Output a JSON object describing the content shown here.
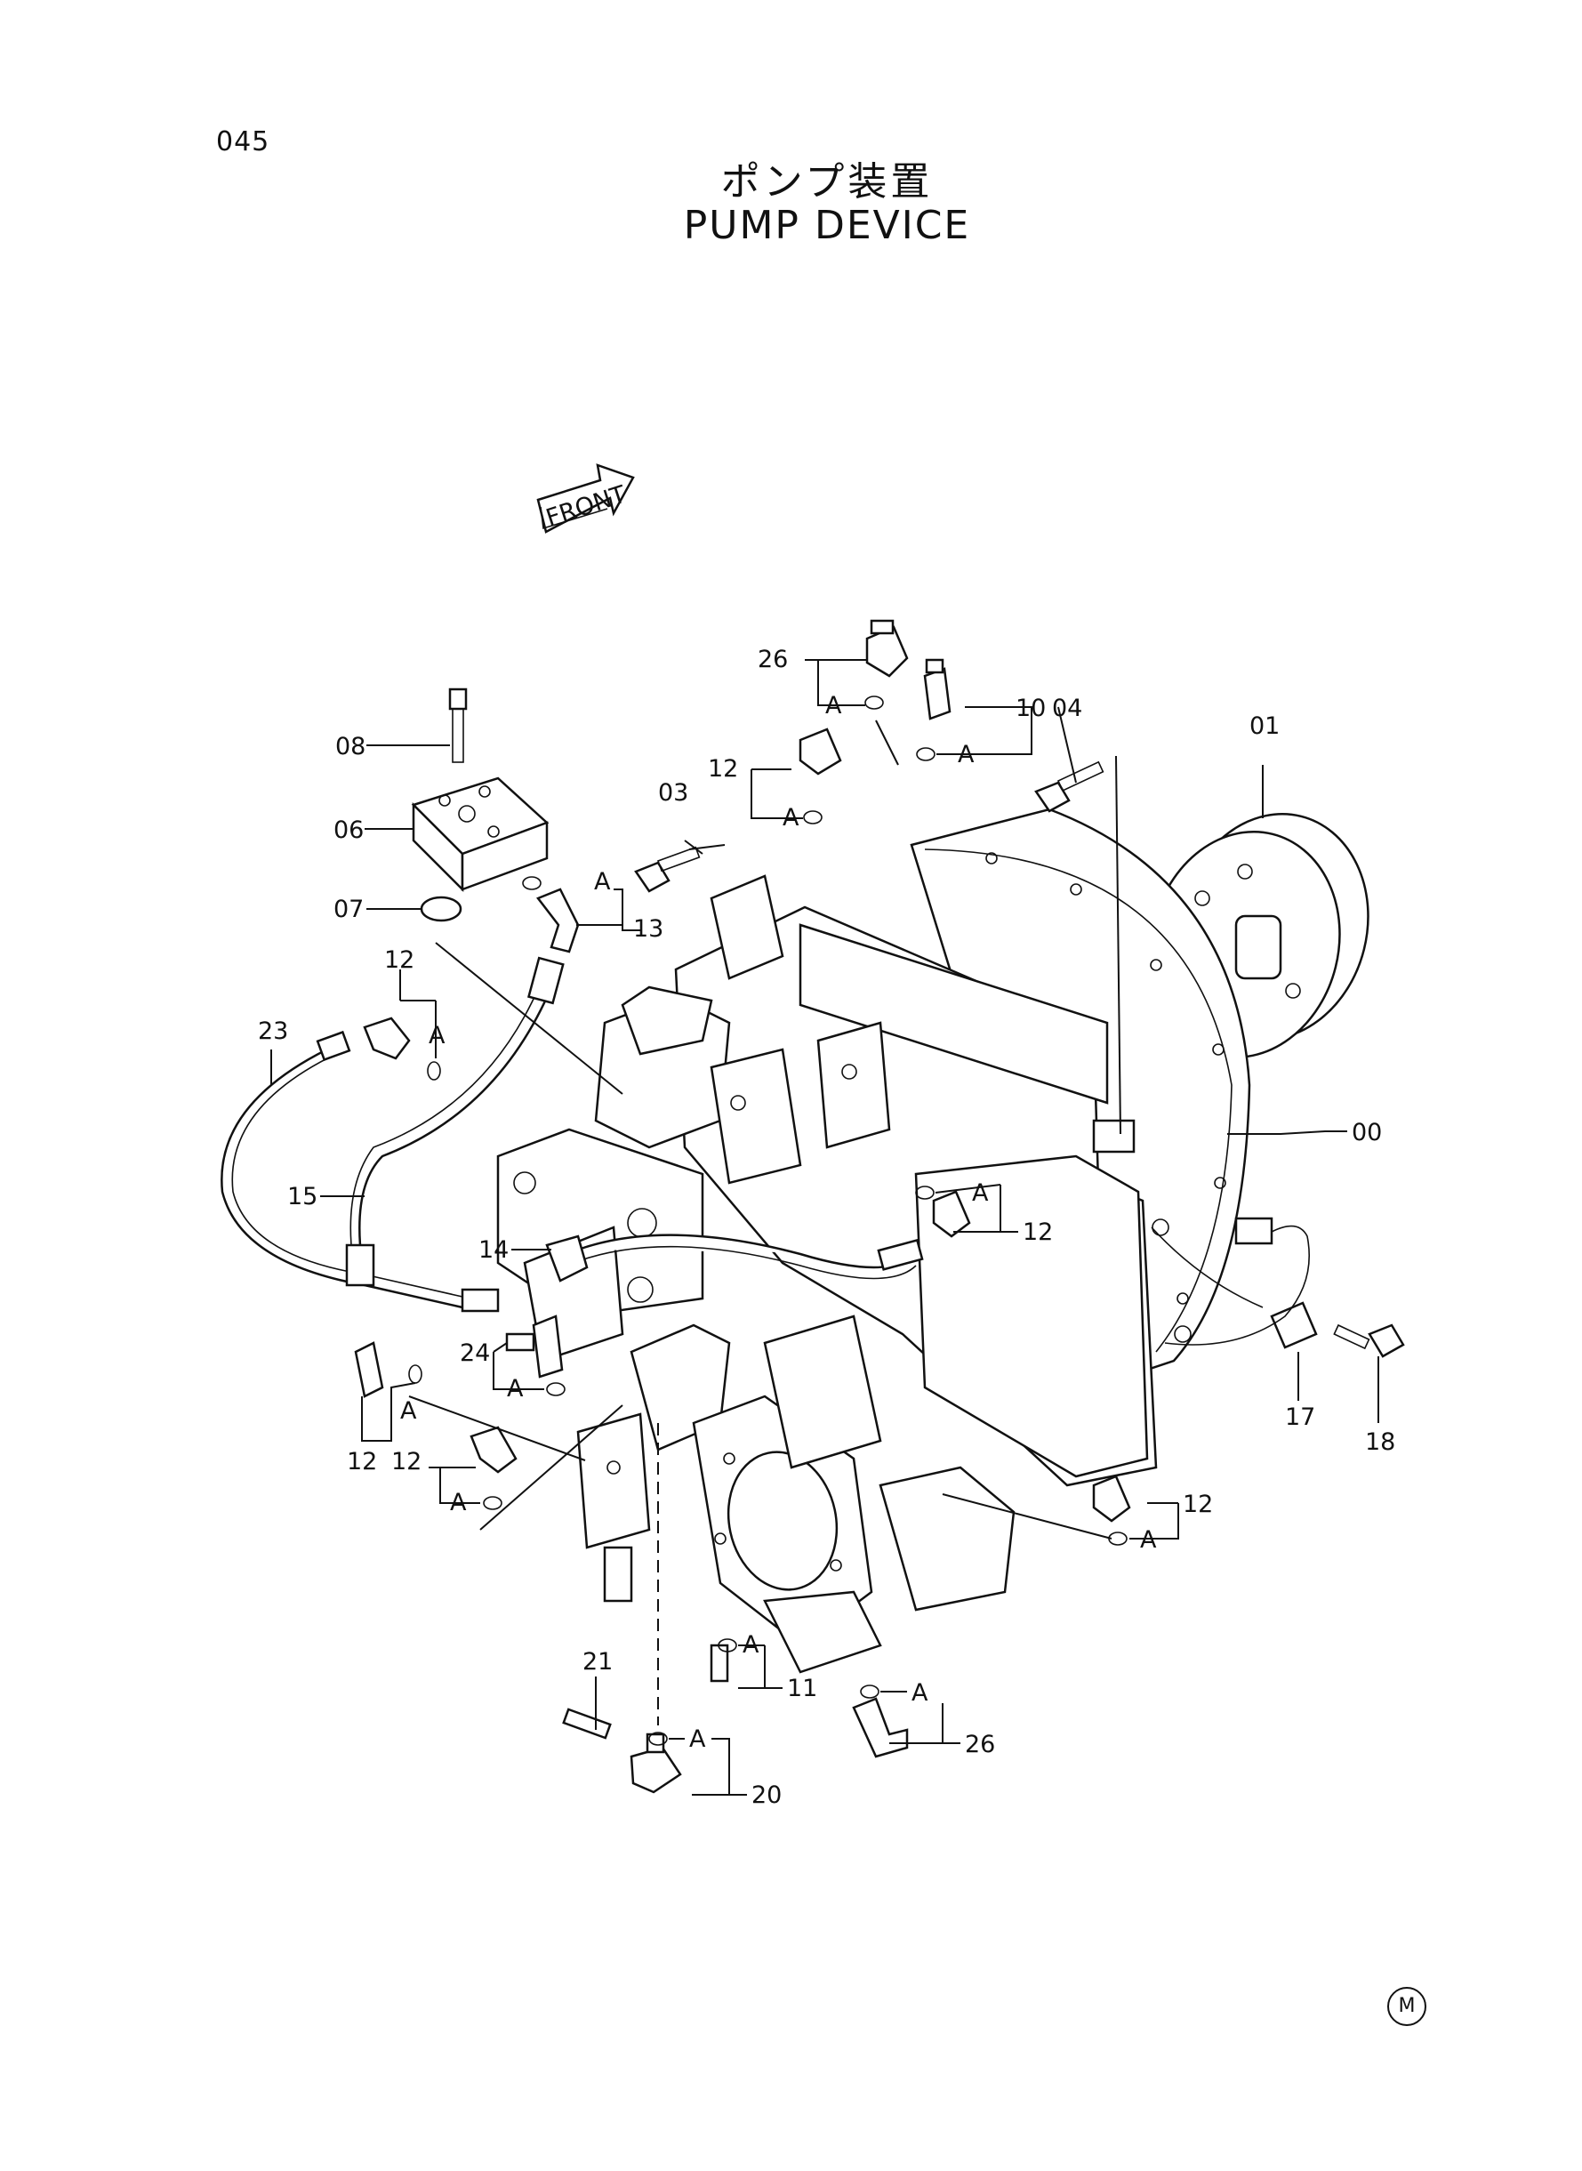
{
  "page_number": "045",
  "title_jp": "ポンプ装置",
  "title_en": "PUMP DEVICE",
  "front_label": "FRONT",
  "detail_mark": "A",
  "corner_mark": "M",
  "callouts": [
    {
      "id": "c26a",
      "text": "26"
    },
    {
      "id": "c10",
      "text": "10"
    },
    {
      "id": "c04",
      "text": "04"
    },
    {
      "id": "c01",
      "text": "01"
    },
    {
      "id": "c08",
      "text": "08"
    },
    {
      "id": "c12a",
      "text": "12"
    },
    {
      "id": "c03",
      "text": "03"
    },
    {
      "id": "c06",
      "text": "06"
    },
    {
      "id": "c07",
      "text": "07"
    },
    {
      "id": "c13",
      "text": "13"
    },
    {
      "id": "c12b",
      "text": "12"
    },
    {
      "id": "c23",
      "text": "23"
    },
    {
      "id": "c00",
      "text": "00"
    },
    {
      "id": "c15",
      "text": "15"
    },
    {
      "id": "c12c",
      "text": "12"
    },
    {
      "id": "c14",
      "text": "14"
    },
    {
      "id": "c24",
      "text": "24"
    },
    {
      "id": "c17",
      "text": "17"
    },
    {
      "id": "c18",
      "text": "18"
    },
    {
      "id": "c12d",
      "text": "12"
    },
    {
      "id": "c12e",
      "text": "12"
    },
    {
      "id": "c12f",
      "text": "12"
    },
    {
      "id": "c21",
      "text": "21"
    },
    {
      "id": "c11",
      "text": "11"
    },
    {
      "id": "c26b",
      "text": "26"
    },
    {
      "id": "c20",
      "text": "20"
    }
  ]
}
